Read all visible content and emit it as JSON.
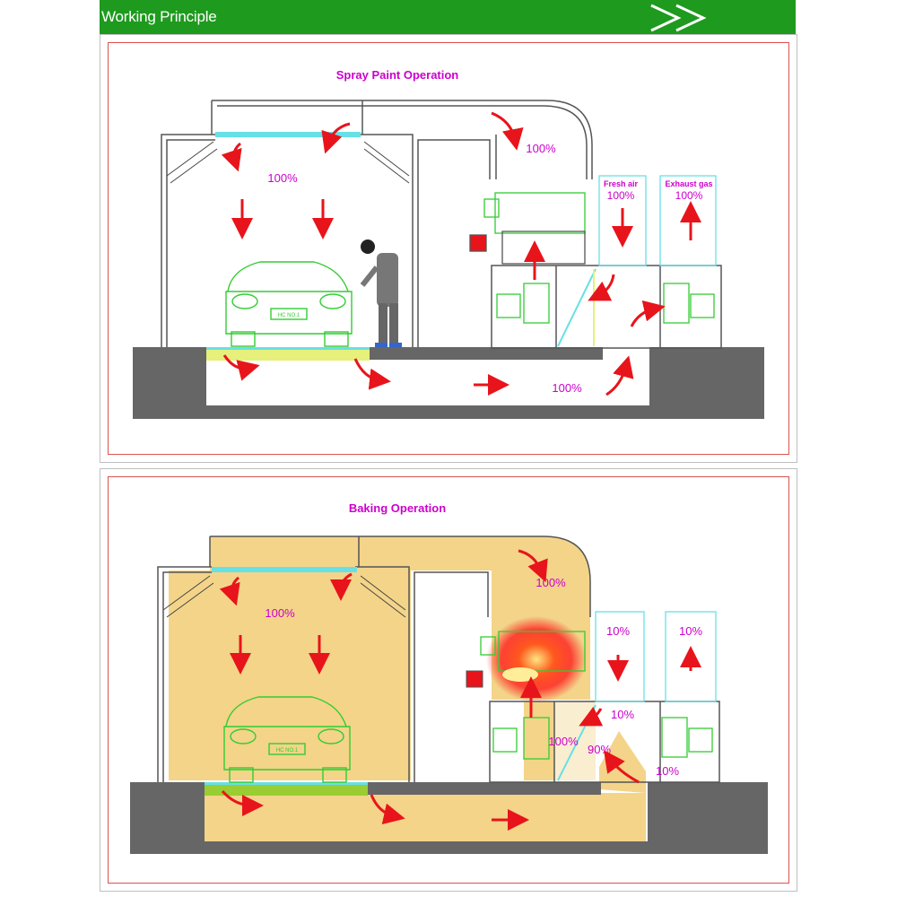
{
  "header": {
    "title": "Working Principle"
  },
  "spray": {
    "title": "Spray Paint Operation",
    "booth_air": "100%",
    "duct_air": "100%",
    "fresh_air_label": "Fresh air",
    "fresh_air_pct": "100%",
    "exhaust_label": "Exhaust gas",
    "exhaust_pct": "100%",
    "floor_air": "100%",
    "plate_text": "HC NO.1"
  },
  "baking": {
    "title": "Baking Operation",
    "booth_air": "100%",
    "duct_air": "100%",
    "fresh_pct": "10%",
    "exhaust_pct": "10%",
    "intake_pct": "10%",
    "fan_pct": "100%",
    "return_pct": "90%",
    "out_pct": "10%",
    "plate_text": "HC NO.1"
  },
  "colors": {
    "header_green": "#1e9a1e",
    "title_magenta": "#cc00cc",
    "arrow_red": "#e8141b",
    "floor_gray": "#666666",
    "bake_fill": "#f3d489",
    "car_green": "#33cc33",
    "grate_cyan": "#66e0e6"
  }
}
